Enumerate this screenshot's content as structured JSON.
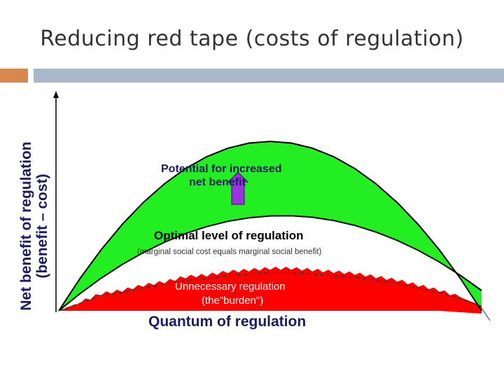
{
  "slide": {
    "title": "Reducing red tape (costs of regulation)"
  },
  "chart_data": {
    "type": "area",
    "xlabel": "Quantum of regulation",
    "ylabel_line1": "Net benefit of regulation",
    "ylabel_line2": "(benefit – cost)",
    "x": [
      0,
      0.05,
      0.1,
      0.15,
      0.2,
      0.25,
      0.3,
      0.35,
      0.4,
      0.45,
      0.5,
      0.55,
      0.6,
      0.65,
      0.7,
      0.75,
      0.8,
      0.85,
      0.9,
      0.95,
      1.0
    ],
    "series": [
      {
        "name": "Potential for increased net benefit",
        "values": [
          0,
          0.19,
          0.36,
          0.51,
          0.64,
          0.75,
          0.84,
          0.91,
          0.96,
          0.99,
          1.0,
          0.99,
          0.96,
          0.91,
          0.84,
          0.75,
          0.64,
          0.51,
          0.36,
          0.19,
          0
        ],
        "color": "#22ee22"
      },
      {
        "name": "Optimal level of regulation",
        "values": [
          0,
          0.101,
          0.192,
          0.273,
          0.344,
          0.405,
          0.456,
          0.497,
          0.528,
          0.549,
          0.56,
          0.561,
          0.552,
          0.533,
          0.504,
          0.465,
          0.416,
          0.357,
          0.288,
          0.209,
          0.12
        ],
        "color": "#000000"
      },
      {
        "name": "Unnecessary regulation",
        "values": [
          0,
          0.05,
          0.1,
          0.12,
          0.15,
          0.17,
          0.2,
          0.21,
          0.23,
          0.24,
          0.25,
          0.25,
          0.24,
          0.23,
          0.22,
          0.2,
          0.18,
          0.15,
          0.12,
          0.08,
          0.03
        ],
        "color": "#ff0000"
      }
    ],
    "annotations": {
      "potential_line1": "Potential for increased",
      "potential_line2": "net benefit",
      "optimal": "Optimal level of regulation",
      "optimal_sub": "(marginal social cost equals marginal social benefit)",
      "burden_line1": "Unnecessary regulation",
      "burden_line2": "(the\"burden\")"
    },
    "colors": {
      "green": "#22ee22",
      "red": "#ff0000",
      "arrow": "#9b33e0",
      "axis": "#000000"
    }
  }
}
